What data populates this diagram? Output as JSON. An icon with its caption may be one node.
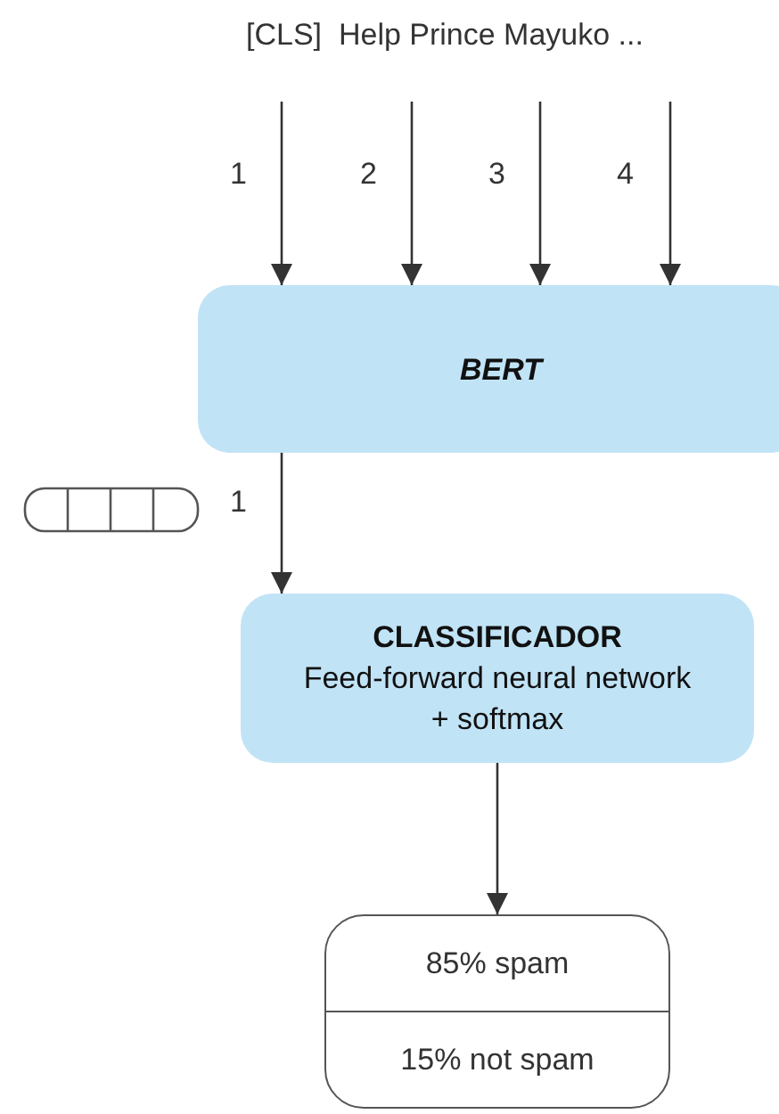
{
  "diagram": {
    "nodes": [
      {
        "text": [
          "BERT"
        ]
      },
      {
        "text": [
          "CLASSIFICADOR",
          "Feed-forward neural network + softmax"
        ]
      },
      {
        "text": [
          "85% spam",
          "15% not spam"
        ]
      }
    ],
    "edges": [
      {
        "from": null,
        "to": 0,
        "arrow": "to",
        "label": "1"
      },
      {
        "from": null,
        "to": 0,
        "arrow": "to",
        "label": "2"
      },
      {
        "from": null,
        "to": 0,
        "arrow": "to",
        "label": "3"
      },
      {
        "from": null,
        "to": 0,
        "arrow": "to",
        "label": "4"
      },
      {
        "from": 0,
        "to": 1,
        "arrow": "to",
        "label": "1"
      },
      {
        "from": 1,
        "to": 2,
        "arrow": "to"
      }
    ],
    "labels": [
      "[CLS]  Help Prince Mayuko ..."
    ]
  }
}
